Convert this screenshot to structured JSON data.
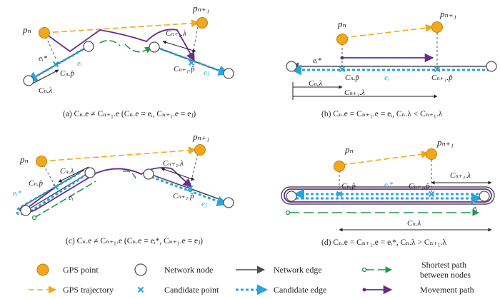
{
  "panels": {
    "a": {
      "caption": "(a)   Cₙ.e ≠ Cₙ₊₁.e   (Cₙ.e = eᵢ, Cₙ₊₁.e = eⱼ)",
      "labels": {
        "pn": "pₙ",
        "pn1": "pₙ₊₁",
        "ei_star": "eᵢ*",
        "ei": "eᵢ",
        "ej": "eⱼ",
        "cn_p": "Cₙ.p̂",
        "cn_lambda": "Cₙ.λ",
        "cn1_lambda": "Cₙ₊₁.λ",
        "cn1_p": "Cₙ₊₁.p̂"
      }
    },
    "b": {
      "caption": "(b)   Cₙ.e = Cₙ₊₁.e = eᵢ,   Cₙ.λ < Cₙ₊₁.λ",
      "labels": {
        "pn": "pₙ",
        "pn1": "pₙ₊₁",
        "ei_star": "eᵢ*",
        "ei": "eᵢ",
        "cn_p": "Cₙ.p̂",
        "cn1_p": "Cₙ₊₁.p̂",
        "cn_lambda": "Cₙ.λ",
        "cn1_lambda": "Cₙ₊₁.λ"
      }
    },
    "c": {
      "caption": "(c)   Cₙ.e ≠ Cₙ₊₁.e   (Cₙ.e = eᵢ*, Cₙ₊₁.e = eⱼ)",
      "labels": {
        "pn": "pₙ",
        "pn1": "pₙ₊₁",
        "ei_star": "eᵢ*",
        "ei": "eᵢ",
        "ej": "eⱼ",
        "cn_p": "Cₙ.p̂",
        "cn_lambda": "Cₙ.λ",
        "cn1_lambda": "Cₙ₊₁.λ",
        "cn1_p": "Cₙ₊₁.p̂"
      }
    },
    "d": {
      "caption": "(d)  Cₙ.e = Cₙ₊₁.e = eᵢ*,   Cₙ.λ > Cₙ₊₁.λ",
      "labels": {
        "pn": "pₙ",
        "pn1": "pₙ₊₁",
        "ei_star": "eᵢ*",
        "ei": "eᵢ",
        "cn_p": "Cₙ.p̂",
        "cn1_p": "Cₙ₊₁.p̂",
        "cn1_lambda": "Cₙ₊₁.λ",
        "cn_lambda": "Cₙ.λ"
      }
    }
  },
  "legend": {
    "gps_point": "GPS point",
    "network_node": "Network node",
    "network_edge": "Network edge",
    "shortest_path_line1": "Shortest path",
    "shortest_path_line2": "between nodes",
    "gps_trajectory": "GPS trajectory",
    "candidate_point": "Candidate point",
    "candidate_edge": "Candidate edge",
    "movement_path": "Movement path"
  },
  "colors": {
    "gps_point": "#f2a81c",
    "gps_trajectory": "#f2a81c",
    "network_edge": "#4d4d4d",
    "candidate": "#2aa3dd",
    "movement_path": "#6a2a8c",
    "shortest_path": "#1f9a48"
  }
}
